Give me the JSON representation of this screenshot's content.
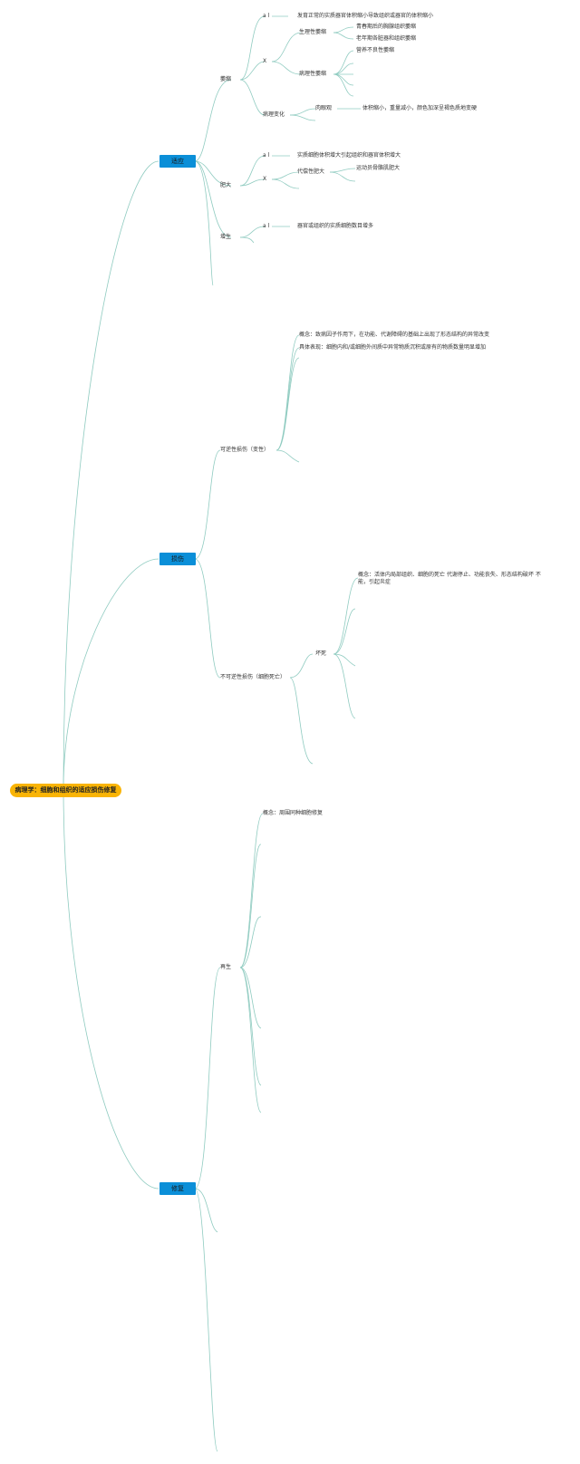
{
  "root": "病理学：细胞和组织的适应损伤修复",
  "branches": {
    "adapt": "适应",
    "injury": "损伤",
    "repair": "修复"
  },
  "adapt": {
    "atrophy": {
      "label": "萎缩",
      "x1_marker": "a l",
      "definition": "发育正常的实质器官体积缩小导致组织或器官的体积缩小",
      "x_marker": "X",
      "physio": "生理性萎缩",
      "physio_items": [
        "青春期后的胸腺组织萎缩",
        "老年期各脏器和组织萎缩"
      ],
      "patho": "病理性萎缩",
      "patho_items": [
        "营养不良性萎缩"
      ],
      "change": "病理变化",
      "gross": "肉眼观",
      "gross_desc": "体积缩小，重量减小，颜色加深呈褐色质地变硬"
    },
    "hypertrophy": {
      "label": "肥大",
      "x1_marker": "a l",
      "definition": "实质细胞体积增大引起组织和器官体积增大",
      "x_marker": "X",
      "comp": "代偿性肥大",
      "comp_item": "运动员骨骼肌肥大"
    },
    "hyperplasia": {
      "label": "增生",
      "x1_marker": "a l",
      "definition": "器官或组织的实质细胞数目增多"
    }
  },
  "injury": {
    "reversible": {
      "label": "可逆性损伤（变性）",
      "concept": "概念：致病因子作用下，在功能、代谢障碍的基础上出现了形态结构的异常改变",
      "manifestation": "具体表现：细胞内和/或细胞外间质中异常物质沉积或原有的物质数量明显增加"
    },
    "irreversible": {
      "label": "不可逆性损伤（细胞死亡）",
      "necrosis": "坏死",
      "necrosis_concept": "概念：活体内局部组织、细胞的死亡 代谢停止、功能丧失、形态结构破坏 不能，引起炎症"
    }
  },
  "repair": {
    "regen": "再生",
    "regen_concept": "概念：周围同种细胞修复"
  }
}
